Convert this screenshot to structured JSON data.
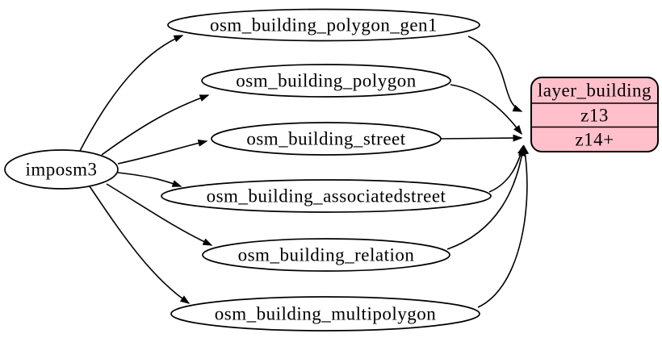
{
  "diagram": {
    "type": "etl-flow-graph",
    "source": {
      "label": "imposm3"
    },
    "tables": [
      {
        "label": "osm_building_polygon_gen1"
      },
      {
        "label": "osm_building_polygon"
      },
      {
        "label": "osm_building_street"
      },
      {
        "label": "osm_building_associatedstreet"
      },
      {
        "label": "osm_building_relation"
      },
      {
        "label": "osm_building_multipolygon"
      }
    ],
    "layer": {
      "title": "layer_building",
      "zoom_rows": [
        {
          "label": "z13"
        },
        {
          "label": "z14+"
        }
      ]
    },
    "edges": [
      {
        "from": "imposm3",
        "to": "osm_building_polygon_gen1"
      },
      {
        "from": "imposm3",
        "to": "osm_building_polygon"
      },
      {
        "from": "imposm3",
        "to": "osm_building_street"
      },
      {
        "from": "imposm3",
        "to": "osm_building_associatedstreet"
      },
      {
        "from": "imposm3",
        "to": "osm_building_relation"
      },
      {
        "from": "imposm3",
        "to": "osm_building_multipolygon"
      },
      {
        "from": "osm_building_polygon_gen1",
        "to": "layer_building.z13"
      },
      {
        "from": "osm_building_polygon",
        "to": "layer_building.z14+"
      },
      {
        "from": "osm_building_street",
        "to": "layer_building.z14+"
      },
      {
        "from": "osm_building_associatedstreet",
        "to": "layer_building.z14+"
      },
      {
        "from": "osm_building_relation",
        "to": "layer_building.z14+"
      },
      {
        "from": "osm_building_multipolygon",
        "to": "layer_building.z14+"
      }
    ],
    "colors": {
      "layer_fill": "#ffc0cb",
      "stroke": "#000000",
      "background": "#ffffff"
    }
  }
}
